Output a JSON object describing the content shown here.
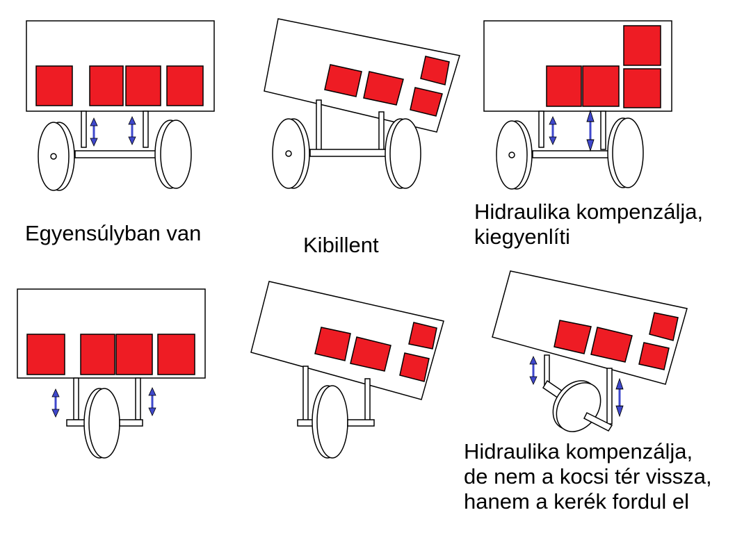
{
  "captions": {
    "balanced": "Egyensúlyban van",
    "tipped": "Kibillent",
    "compensated_line1": "Hidraulika kompenzálja,",
    "compensated_line2": "kiegyenlíti",
    "wheel_turn_line1": "Hidraulika kompenzálja,",
    "wheel_turn_line2": "de nem a kocsi tér vissza,",
    "wheel_turn_line3": "hanem a kerék fordul el"
  },
  "colors": {
    "load": "#ee1c24",
    "arrow": "#3f48cc",
    "outline": "#000000",
    "fill": "#ffffff"
  }
}
